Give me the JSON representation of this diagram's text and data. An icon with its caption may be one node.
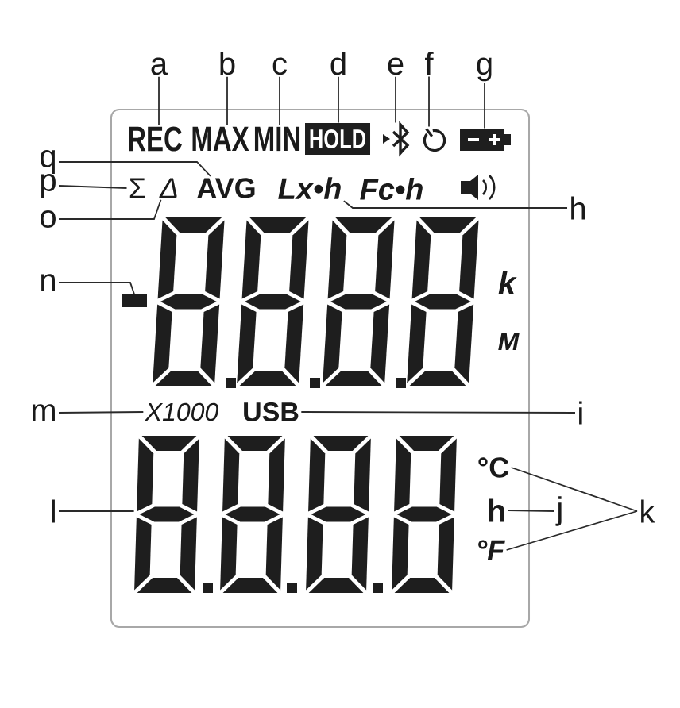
{
  "diagram": {
    "nodes": [
      {
        "text": [],
        "shape": "box"
      },
      {
        "text": [
          "REC"
        ],
        "in": 0
      },
      {
        "text": [
          "MAX"
        ],
        "in": 0
      },
      {
        "text": [
          "MIN"
        ],
        "in": 0
      },
      {
        "text": [
          "HOLD"
        ],
        "in": 0
      },
      {
        "text": [],
        "shape": "picture",
        "in": 0
      },
      {
        "text": [],
        "shape": "picture",
        "in": 0
      },
      {
        "text": [],
        "shape": "picture",
        "in": 0
      },
      {
        "text": [
          "Σ"
        ],
        "in": 0
      },
      {
        "text": [
          "Δ"
        ],
        "in": 0
      },
      {
        "text": [
          "AVG"
        ],
        "in": 0
      },
      {
        "text": [
          "Lx•h"
        ],
        "in": 0
      },
      {
        "text": [],
        "shape": "bar",
        "in": 0
      },
      {
        "text": [
          "X1000"
        ],
        "in": 0
      },
      {
        "text": [
          "USB"
        ],
        "in": 0
      },
      {
        "text": [],
        "shape": "picture",
        "in": 0
      },
      {
        "text": [
          "°C"
        ],
        "in": 0
      },
      {
        "text": [
          "h"
        ],
        "in": 0
      },
      {
        "text": [
          "°F"
        ],
        "in": 0
      },
      {
        "text": [
          "a"
        ]
      },
      {
        "text": [
          "b"
        ]
      },
      {
        "text": [
          "c"
        ]
      },
      {
        "text": [
          "d"
        ]
      },
      {
        "text": [
          "e"
        ]
      },
      {
        "text": [
          "f"
        ]
      },
      {
        "text": [
          "g"
        ]
      },
      {
        "text": [
          "q"
        ]
      },
      {
        "text": [
          "p"
        ]
      },
      {
        "text": [
          "o"
        ]
      },
      {
        "text": [
          "n"
        ]
      },
      {
        "text": [
          "h"
        ]
      },
      {
        "text": [
          "m"
        ]
      },
      {
        "text": [
          "i"
        ]
      },
      {
        "text": [
          "l"
        ]
      },
      {
        "text": [
          "j"
        ]
      },
      {
        "text": [
          "k"
        ]
      }
    ],
    "edges": [
      {
        "from": 19,
        "to": 1,
        "arrow": "none"
      },
      {
        "from": 20,
        "to": 2,
        "arrow": "none"
      },
      {
        "from": 21,
        "to": 3,
        "arrow": "none"
      },
      {
        "from": 22,
        "to": 4,
        "arrow": "none"
      },
      {
        "from": 23,
        "to": 5,
        "arrow": "none"
      },
      {
        "from": 24,
        "to": 6,
        "arrow": "none"
      },
      {
        "from": 25,
        "to": 7,
        "arrow": "none"
      },
      {
        "from": 26,
        "to": 10,
        "arrow": "none"
      },
      {
        "from": 27,
        "to": 8,
        "arrow": "none"
      },
      {
        "from": 28,
        "to": 9,
        "arrow": "none"
      },
      {
        "from": 29,
        "to": 12,
        "arrow": "none"
      },
      {
        "from": 30,
        "to": 11,
        "arrow": "none"
      },
      {
        "from": 31,
        "to": 13,
        "arrow": "none"
      },
      {
        "from": 32,
        "to": 14,
        "arrow": "none"
      },
      {
        "from": 33,
        "to": 15,
        "arrow": "none"
      },
      {
        "from": 34,
        "to": 17,
        "arrow": "none"
      },
      {
        "from": 35,
        "to": 16,
        "arrow": "none"
      },
      {
        "from": 35,
        "to": 18,
        "arrow": "none"
      }
    ],
    "labels": [
      "Fc•h",
      "k",
      "M"
    ]
  }
}
